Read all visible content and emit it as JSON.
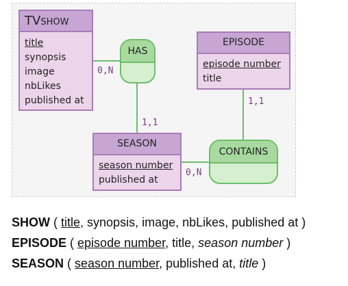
{
  "diagram": {
    "entities": {
      "tvshow": {
        "title": "TVSHOW",
        "attributes": [
          {
            "name": "title",
            "key": true
          },
          {
            "name": "synopsis",
            "key": false
          },
          {
            "name": "image",
            "key": false
          },
          {
            "name": "nbLikes",
            "key": false
          },
          {
            "name": "published at",
            "key": false
          }
        ]
      },
      "episode": {
        "title": "EPISODE",
        "attributes": [
          {
            "name": "episode number",
            "key": true
          },
          {
            "name": "title",
            "key": false
          }
        ]
      },
      "season": {
        "title": "SEASON",
        "attributes": [
          {
            "name": "season number",
            "key": true
          },
          {
            "name": "published at",
            "key": false
          }
        ]
      }
    },
    "relations": {
      "has": {
        "label": "HAS"
      },
      "contains": {
        "label": "CONTAINS"
      }
    },
    "cardinalities": {
      "tvshow_has": "0,N",
      "season_has": "1,1",
      "episode_contains": "1,1",
      "season_contains": "0,N"
    }
  },
  "schema": [
    {
      "name": "SHOW",
      "attrs": [
        {
          "text": "title",
          "underline": true,
          "italic": false
        },
        {
          "text": "synopsis",
          "underline": false,
          "italic": false
        },
        {
          "text": "image",
          "underline": false,
          "italic": false
        },
        {
          "text": "nbLikes",
          "underline": false,
          "italic": false
        },
        {
          "text": "published at",
          "underline": false,
          "italic": false
        }
      ]
    },
    {
      "name": "EPISODE",
      "attrs": [
        {
          "text": "episode number",
          "underline": true,
          "italic": false
        },
        {
          "text": "title",
          "underline": false,
          "italic": false
        },
        {
          "text": "season number",
          "underline": false,
          "italic": true
        }
      ]
    },
    {
      "name": "SEASON",
      "attrs": [
        {
          "text": "season number",
          "underline": true,
          "italic": false
        },
        {
          "text": "published at",
          "underline": false,
          "italic": false
        },
        {
          "text": "title",
          "underline": false,
          "italic": true
        }
      ]
    }
  ],
  "colors": {
    "entity_header": "#c7a6d3",
    "entity_body": "#ecd5ea",
    "entity_border": "#a77bb8",
    "relation_header": "#a8da9f",
    "relation_body": "#d5efcf",
    "relation_border": "#6cbd6a",
    "cardinality_text": "#7a3b86"
  }
}
